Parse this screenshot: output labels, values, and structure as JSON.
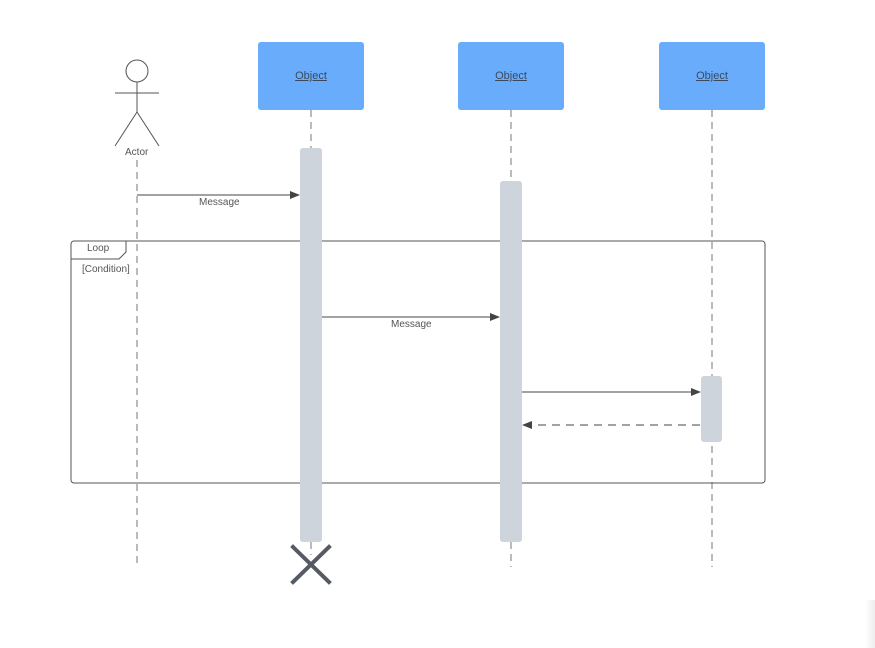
{
  "colors": {
    "object_fill": "#6aacfc",
    "activation_fill": "#ced4db",
    "line": "#444444",
    "lifeline": "#777777"
  },
  "actor": {
    "label": "Actor"
  },
  "objects": [
    {
      "label": "Object"
    },
    {
      "label": "Object"
    },
    {
      "label": "Object"
    }
  ],
  "messages": [
    {
      "label": "Message"
    },
    {
      "label": "Message"
    }
  ],
  "loop_frame": {
    "tag": "Loop",
    "guard": "[Condition]"
  }
}
